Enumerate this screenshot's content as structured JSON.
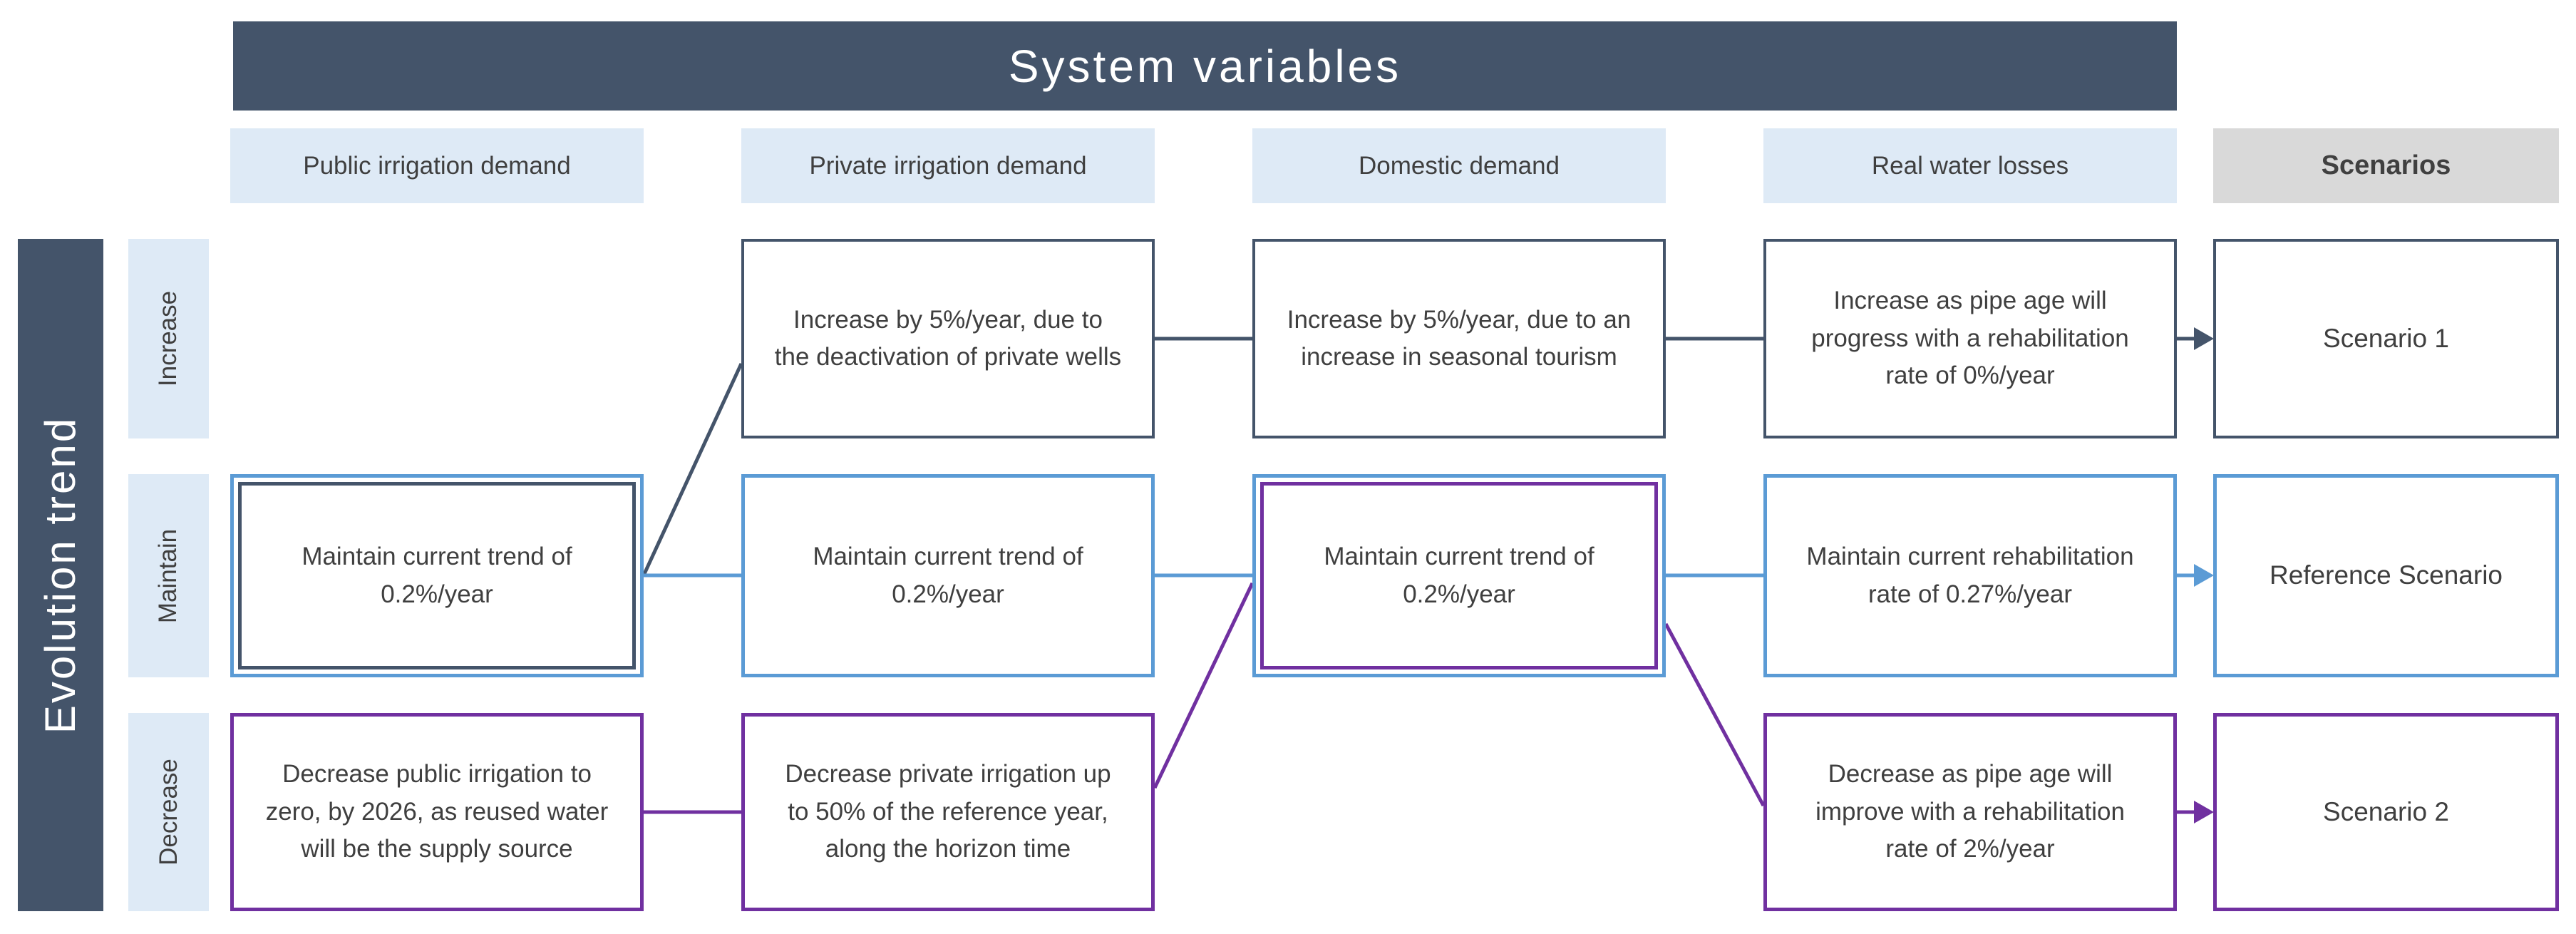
{
  "colors": {
    "dark": "#44546A",
    "blue": "#5B9BD5",
    "purple": "#7030A0",
    "lightblue": "#DEEAF6",
    "gray": "#D9D9D9",
    "text": "#3F3F3F",
    "white": "#FFFFFF"
  },
  "header": {
    "title": "System variables"
  },
  "left_axis": {
    "label": "Evolution trend"
  },
  "row_labels": {
    "increase": "Increase",
    "maintain": "Maintain",
    "decrease": "Decrease"
  },
  "column_headers": {
    "public": "Public irrigation demand",
    "private": "Private irrigation demand",
    "domestic": "Domestic demand",
    "real": "Real water losses",
    "scenarios": "Scenarios"
  },
  "cells": {
    "public_maintain": "Maintain current trend of 0.2%/year",
    "public_decrease": "Decrease public irrigation to zero, by 2026, as reused water will be the supply source",
    "private_increase": "Increase by 5%/year, due to the deactivation of private wells",
    "private_maintain": "Maintain current trend of 0.2%/year",
    "private_decrease": "Decrease private irrigation up to 50% of the reference year, along the horizon time",
    "domestic_increase": "Increase by 5%/year, due to an increase in seasonal tourism",
    "domestic_maintain": "Maintain current trend of 0.2%/year",
    "real_increase": "Increase as pipe age will progress with a rehabilitation rate of 0%/year",
    "real_maintain": "Maintain current rehabilitation rate of 0.27%/year",
    "real_decrease": "Decrease as pipe age will improve with a rehabilitation rate of 2%/year"
  },
  "scenarios": {
    "scenario1": "Scenario 1",
    "reference": "Reference Scenario",
    "scenario2": "Scenario 2"
  }
}
